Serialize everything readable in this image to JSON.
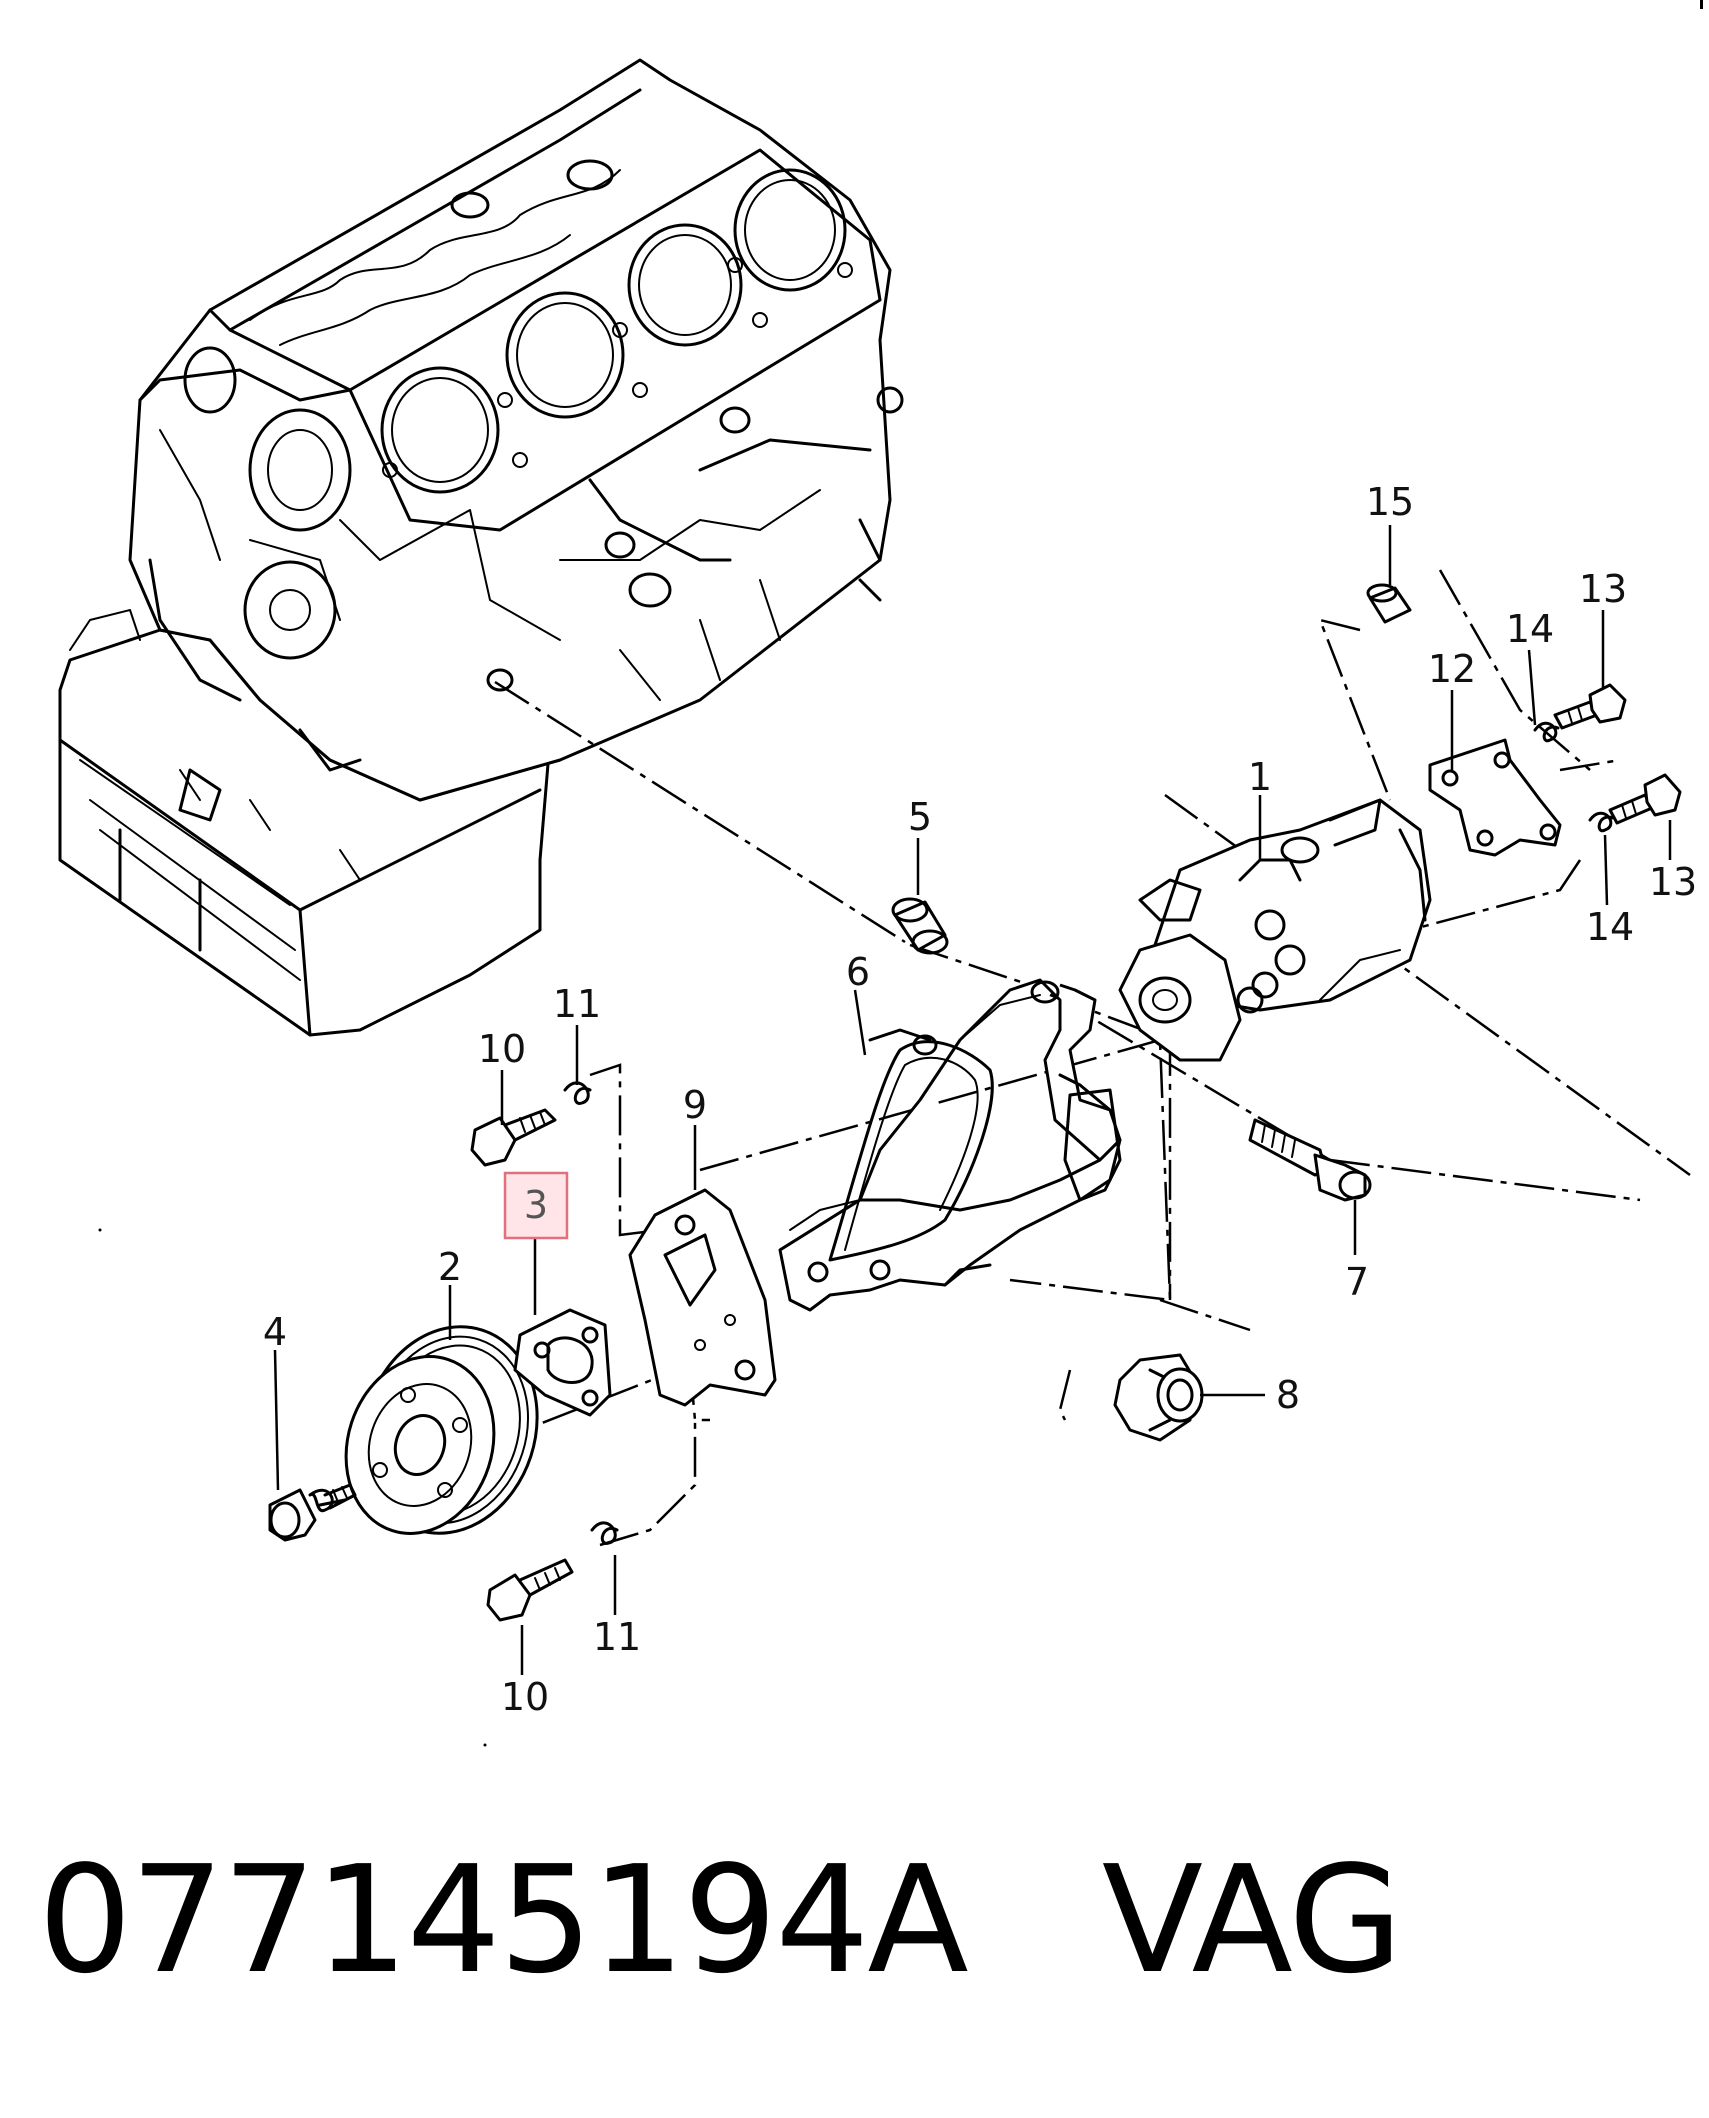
{
  "callouts": {
    "c1": "1",
    "c2": "2",
    "c3": "3",
    "c4": "4",
    "c5": "5",
    "c6": "6",
    "c7": "7",
    "c8": "8",
    "c9": "9",
    "c10a": "10",
    "c10b": "10",
    "c11a": "11",
    "c11b": "11",
    "c12": "12",
    "c13a": "13",
    "c13b": "13",
    "c14a": "14",
    "c14b": "14",
    "c15": "15"
  },
  "highlighted_callout": "3",
  "highlight_color": "#ffe4e8",
  "caption": {
    "part_number": "077145194A",
    "brand": "VAG"
  }
}
